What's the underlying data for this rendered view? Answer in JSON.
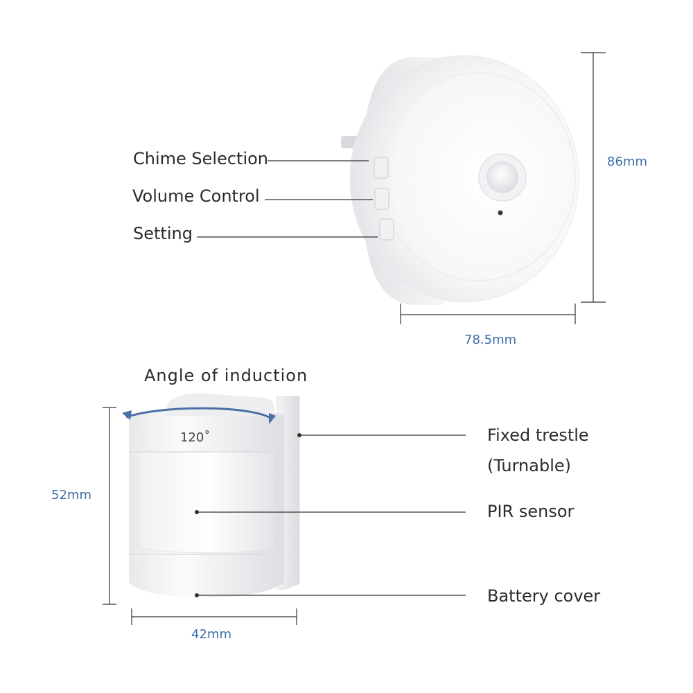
{
  "chime": {
    "labels": {
      "chime_selection": "Chime Selection",
      "volume_control": "Volume Control",
      "setting": "Setting"
    },
    "dimensions": {
      "height": "86mm",
      "width": "78.5mm"
    }
  },
  "sensor": {
    "labels": {
      "angle_title": "Angle  of  induction",
      "angle_value": "120˚",
      "fixed_trestle": "Fixed trestle",
      "turnable": "(Turnable)",
      "pir_sensor": "PIR sensor",
      "battery_cover": "Battery cover"
    },
    "dimensions": {
      "height": "52mm",
      "width": "42mm"
    }
  },
  "colors": {
    "dimension_text": "#3d6fa8",
    "label_text": "#2b2b2b",
    "accent_arrow": "#4a6fa5",
    "lines": "#333333"
  }
}
